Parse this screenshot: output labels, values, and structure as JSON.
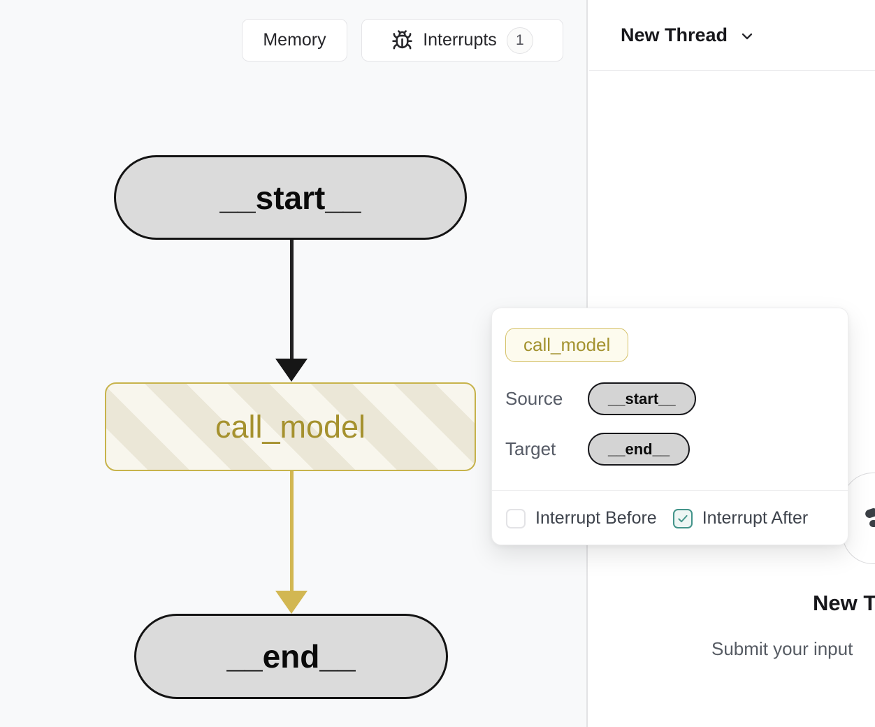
{
  "canvas": {
    "toolbar": {
      "memory_label": "Memory",
      "interrupts_label": "Interrupts",
      "interrupts_count": "1"
    },
    "nodes": {
      "start": "__start__",
      "call_model": "call_model",
      "end": "__end__"
    },
    "edges": [
      {
        "from": "__start__",
        "to": "call_model",
        "color": "#212121"
      },
      {
        "from": "call_model",
        "to": "__end__",
        "color": "#d2b752"
      }
    ]
  },
  "side_panel": {
    "thread_selector_label": "New Thread",
    "empty_state_title": "New T",
    "empty_state_subtitle": "Submit your input"
  },
  "popover": {
    "node_chip_label": "call_model",
    "source_label": "Source",
    "source_value": "__start__",
    "target_label": "Target",
    "target_value": "__end__",
    "interrupt_before_label": "Interrupt Before",
    "interrupt_before_checked": false,
    "interrupt_after_label": "Interrupt After",
    "interrupt_after_checked": true
  },
  "colors": {
    "canvas_background": "#f8f9fa",
    "node_gray": "#dbdbdb",
    "node_border_black": "#141414",
    "accent_gold_border": "#c7b34b",
    "accent_gold_text": "#a5912e",
    "edge_gold": "#d2b752",
    "checkbox_teal": "#43948a",
    "chip_background": "#fdfbee"
  }
}
